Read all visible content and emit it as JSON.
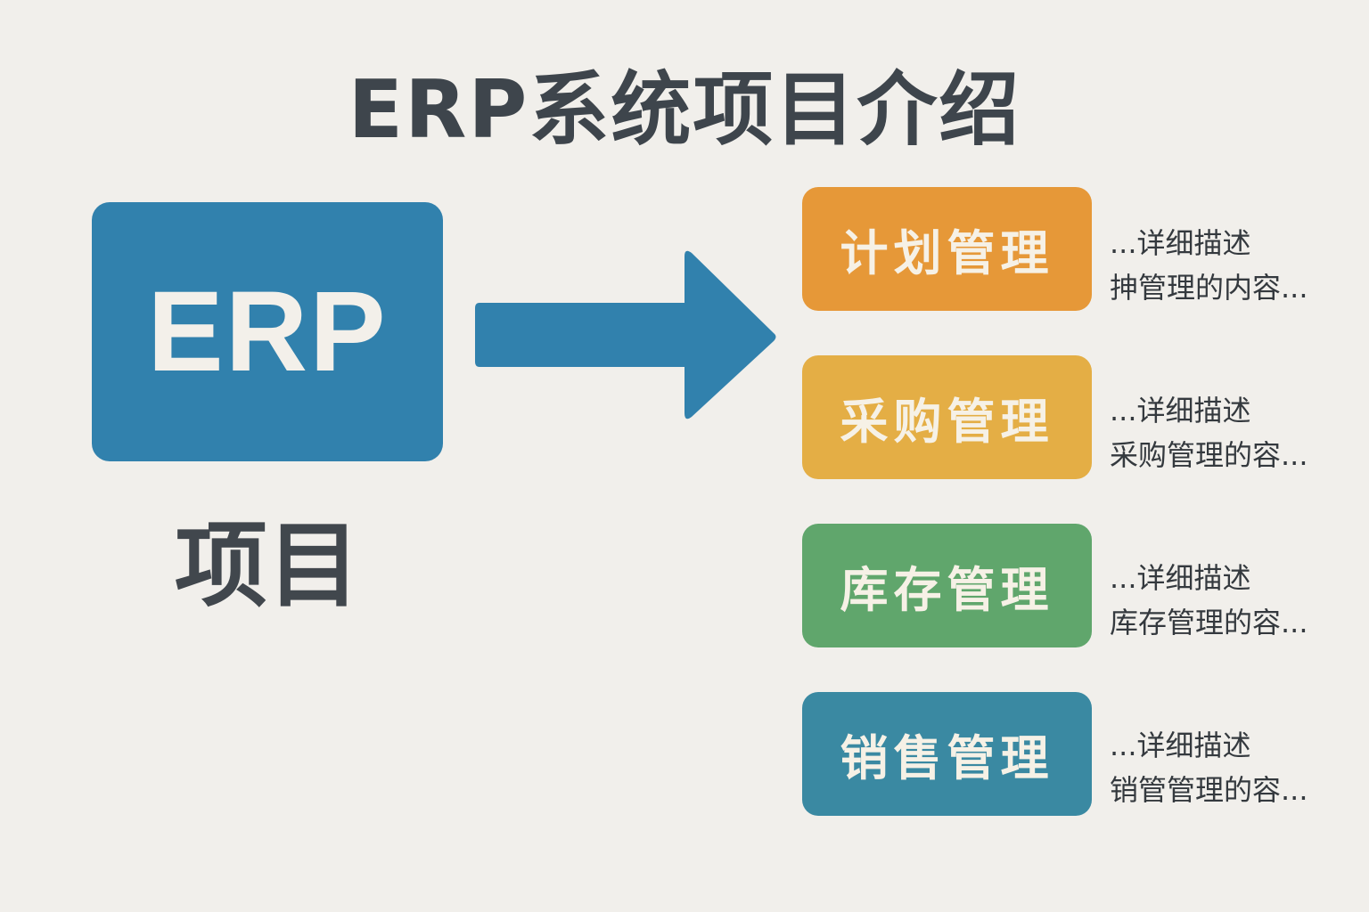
{
  "title": "ERP系统项目介绍",
  "erp": {
    "box_label": "ERP",
    "caption": "项目",
    "color": "#3181ad"
  },
  "arrow": {
    "icon": "right-arrow-icon",
    "color": "#3181ad"
  },
  "modules": [
    {
      "label": "计划管理",
      "color": "#e69838",
      "desc_line1": "...详细描述",
      "desc_line2": "抻管理的内容..."
    },
    {
      "label": "采购管理",
      "color": "#e4ae45",
      "desc_line1": "...详细描述",
      "desc_line2": "采购管理的容..."
    },
    {
      "label": "库存管理",
      "color": "#60a66c",
      "desc_line1": "...详细描述",
      "desc_line2": "库存管理的容..."
    },
    {
      "label": "销售管理",
      "color": "#3a89a2",
      "desc_line1": "...详细描述",
      "desc_line2": "销管管理的容..."
    }
  ]
}
